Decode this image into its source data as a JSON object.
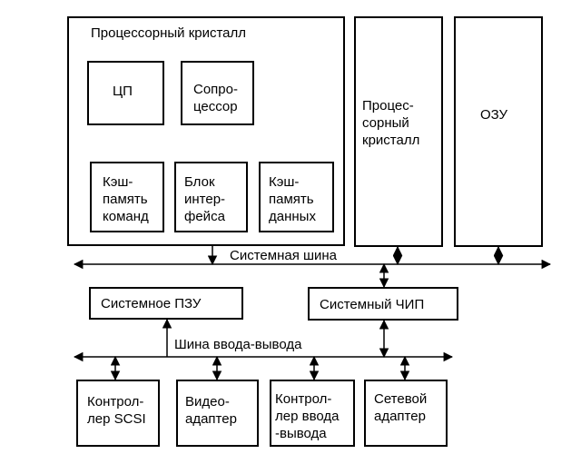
{
  "cpu_chip": {
    "title": "Процессорный кристалл",
    "cpu": "ЦП",
    "coprocessor": "Сопро-\nцессор",
    "icache": "Кэш-\nпамять\nкоманд",
    "interface": "Блок\nинтер-\nфейса",
    "dcache": "Кэш-\nпамять\nданных"
  },
  "cpu_chip2": {
    "label": "Процес-\nсорный\nкристалл"
  },
  "ram": {
    "label": "ОЗУ"
  },
  "system_bus": {
    "label": "Системная шина"
  },
  "rom": {
    "label": "Системное ПЗУ"
  },
  "system_chip": {
    "label": "Системный ЧИП"
  },
  "io_bus": {
    "label": "Шина ввода-вывода"
  },
  "devices": {
    "scsi": "Контрол-\nлер SCSI",
    "video": "Видео-\nадаптер",
    "io_ctrl": "Контрол-\nлер ввода\n-вывода",
    "network": "Сетевой\nадаптер"
  }
}
